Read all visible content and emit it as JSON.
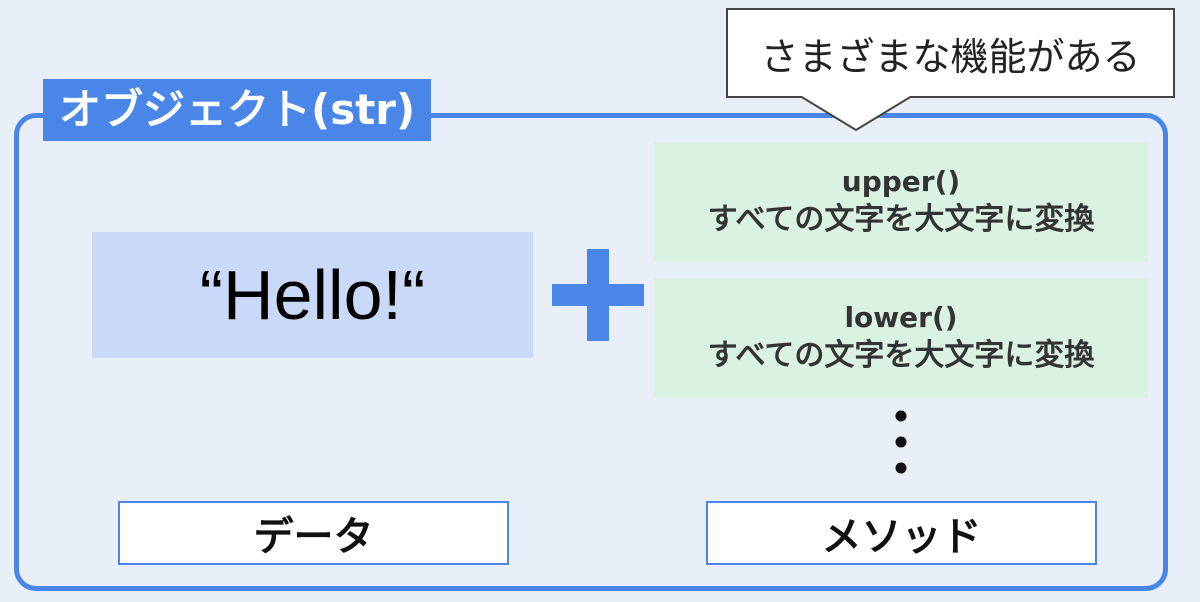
{
  "callout": {
    "text": "さまざまな機能がある"
  },
  "object": {
    "label": "オブジェクト(str)"
  },
  "data": {
    "value": "“Hello!“"
  },
  "methods": [
    {
      "name": "upper()",
      "description": "すべての文字を大文字に変換"
    },
    {
      "name": "lower()",
      "description": "すべての文字を大文字に変換"
    }
  ],
  "labels": {
    "data": "データ",
    "method": "メソッド"
  },
  "colors": {
    "frame": "#4a86e8",
    "data_fill": "#c9daf8",
    "method_fill": "#d9f2e1",
    "background": "#e8eff8"
  }
}
